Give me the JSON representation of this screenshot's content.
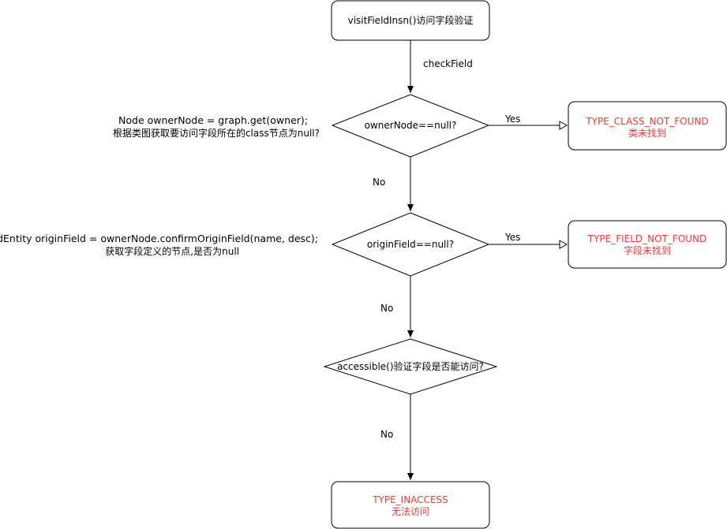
{
  "nodes": {
    "start": "visitFieldInsn()访问字段验证",
    "decision1": "ownerNode==null?",
    "decision2": "originField==null?",
    "decision3": "accessible()验证字段是否能访问?",
    "result1": {
      "line1": "TYPE_CLASS_NOT_FOUND",
      "line2": "类未找到"
    },
    "result2": {
      "line1": "TYPE_FIELD_NOT_FOUND",
      "line2": "字段未找到"
    },
    "result3": {
      "line1": "TYPE_INACCESS",
      "line2": "无法访问"
    }
  },
  "edges": {
    "check_field": "checkField",
    "yes1": "Yes",
    "yes2": "Yes",
    "no1": "No",
    "no2": "No",
    "no3": "No"
  },
  "annotations": {
    "owner_code": "Node ownerNode = graph.get(owner);",
    "owner_desc": "根据类图获取要访问字段所在的class节点为null?",
    "field_code": "FieldEntity originField = ownerNode.confirmOriginField(name, desc);",
    "field_desc": "获取字段定义的节点,是否为null"
  },
  "colors": {
    "stroke": "#000000",
    "result_text": "#ff3333",
    "fill": "#ffffff"
  }
}
